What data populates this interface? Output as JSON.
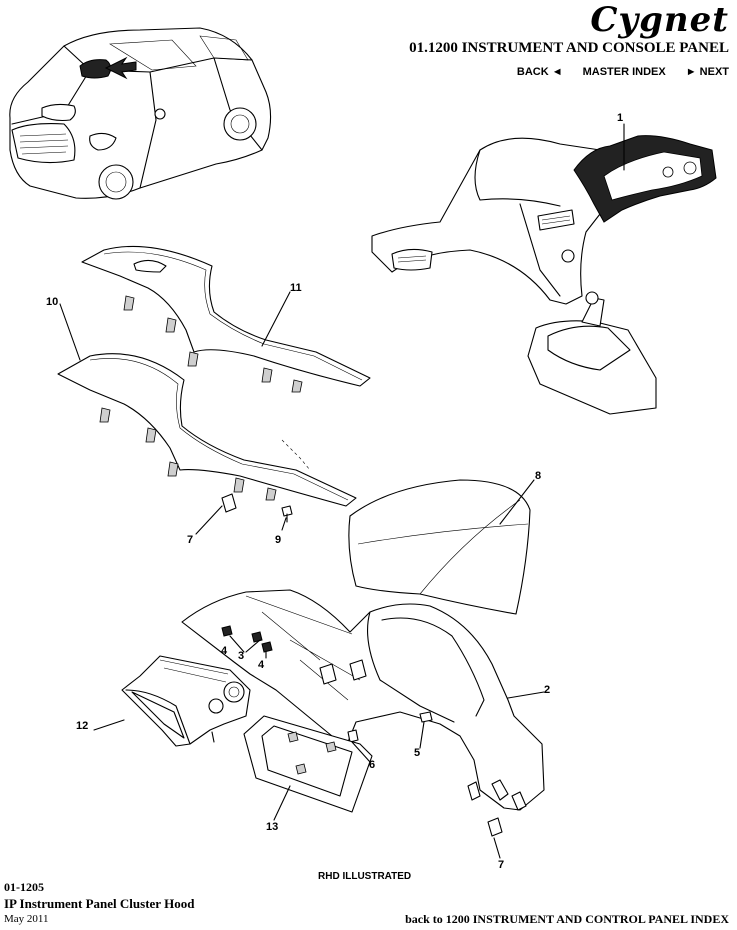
{
  "header": {
    "brand": "Cygnet",
    "section_title": "01.1200 INSTRUMENT AND CONSOLE PANEL",
    "nav": {
      "back": "BACK ◄",
      "master_index": "MASTER INDEX",
      "next": "► NEXT"
    }
  },
  "diagram": {
    "callouts": [
      "1",
      "2",
      "3",
      "4",
      "4",
      "5",
      "6",
      "7",
      "7",
      "8",
      "9",
      "10",
      "11",
      "12",
      "13"
    ],
    "note": "RHD ILLUSTRATED"
  },
  "footer": {
    "code": "01-1205",
    "title": "IP Instrument Panel Cluster Hood",
    "date": "May 2011",
    "back_link": "back to 1200 INSTRUMENT AND CONTROL PANEL INDEX"
  }
}
